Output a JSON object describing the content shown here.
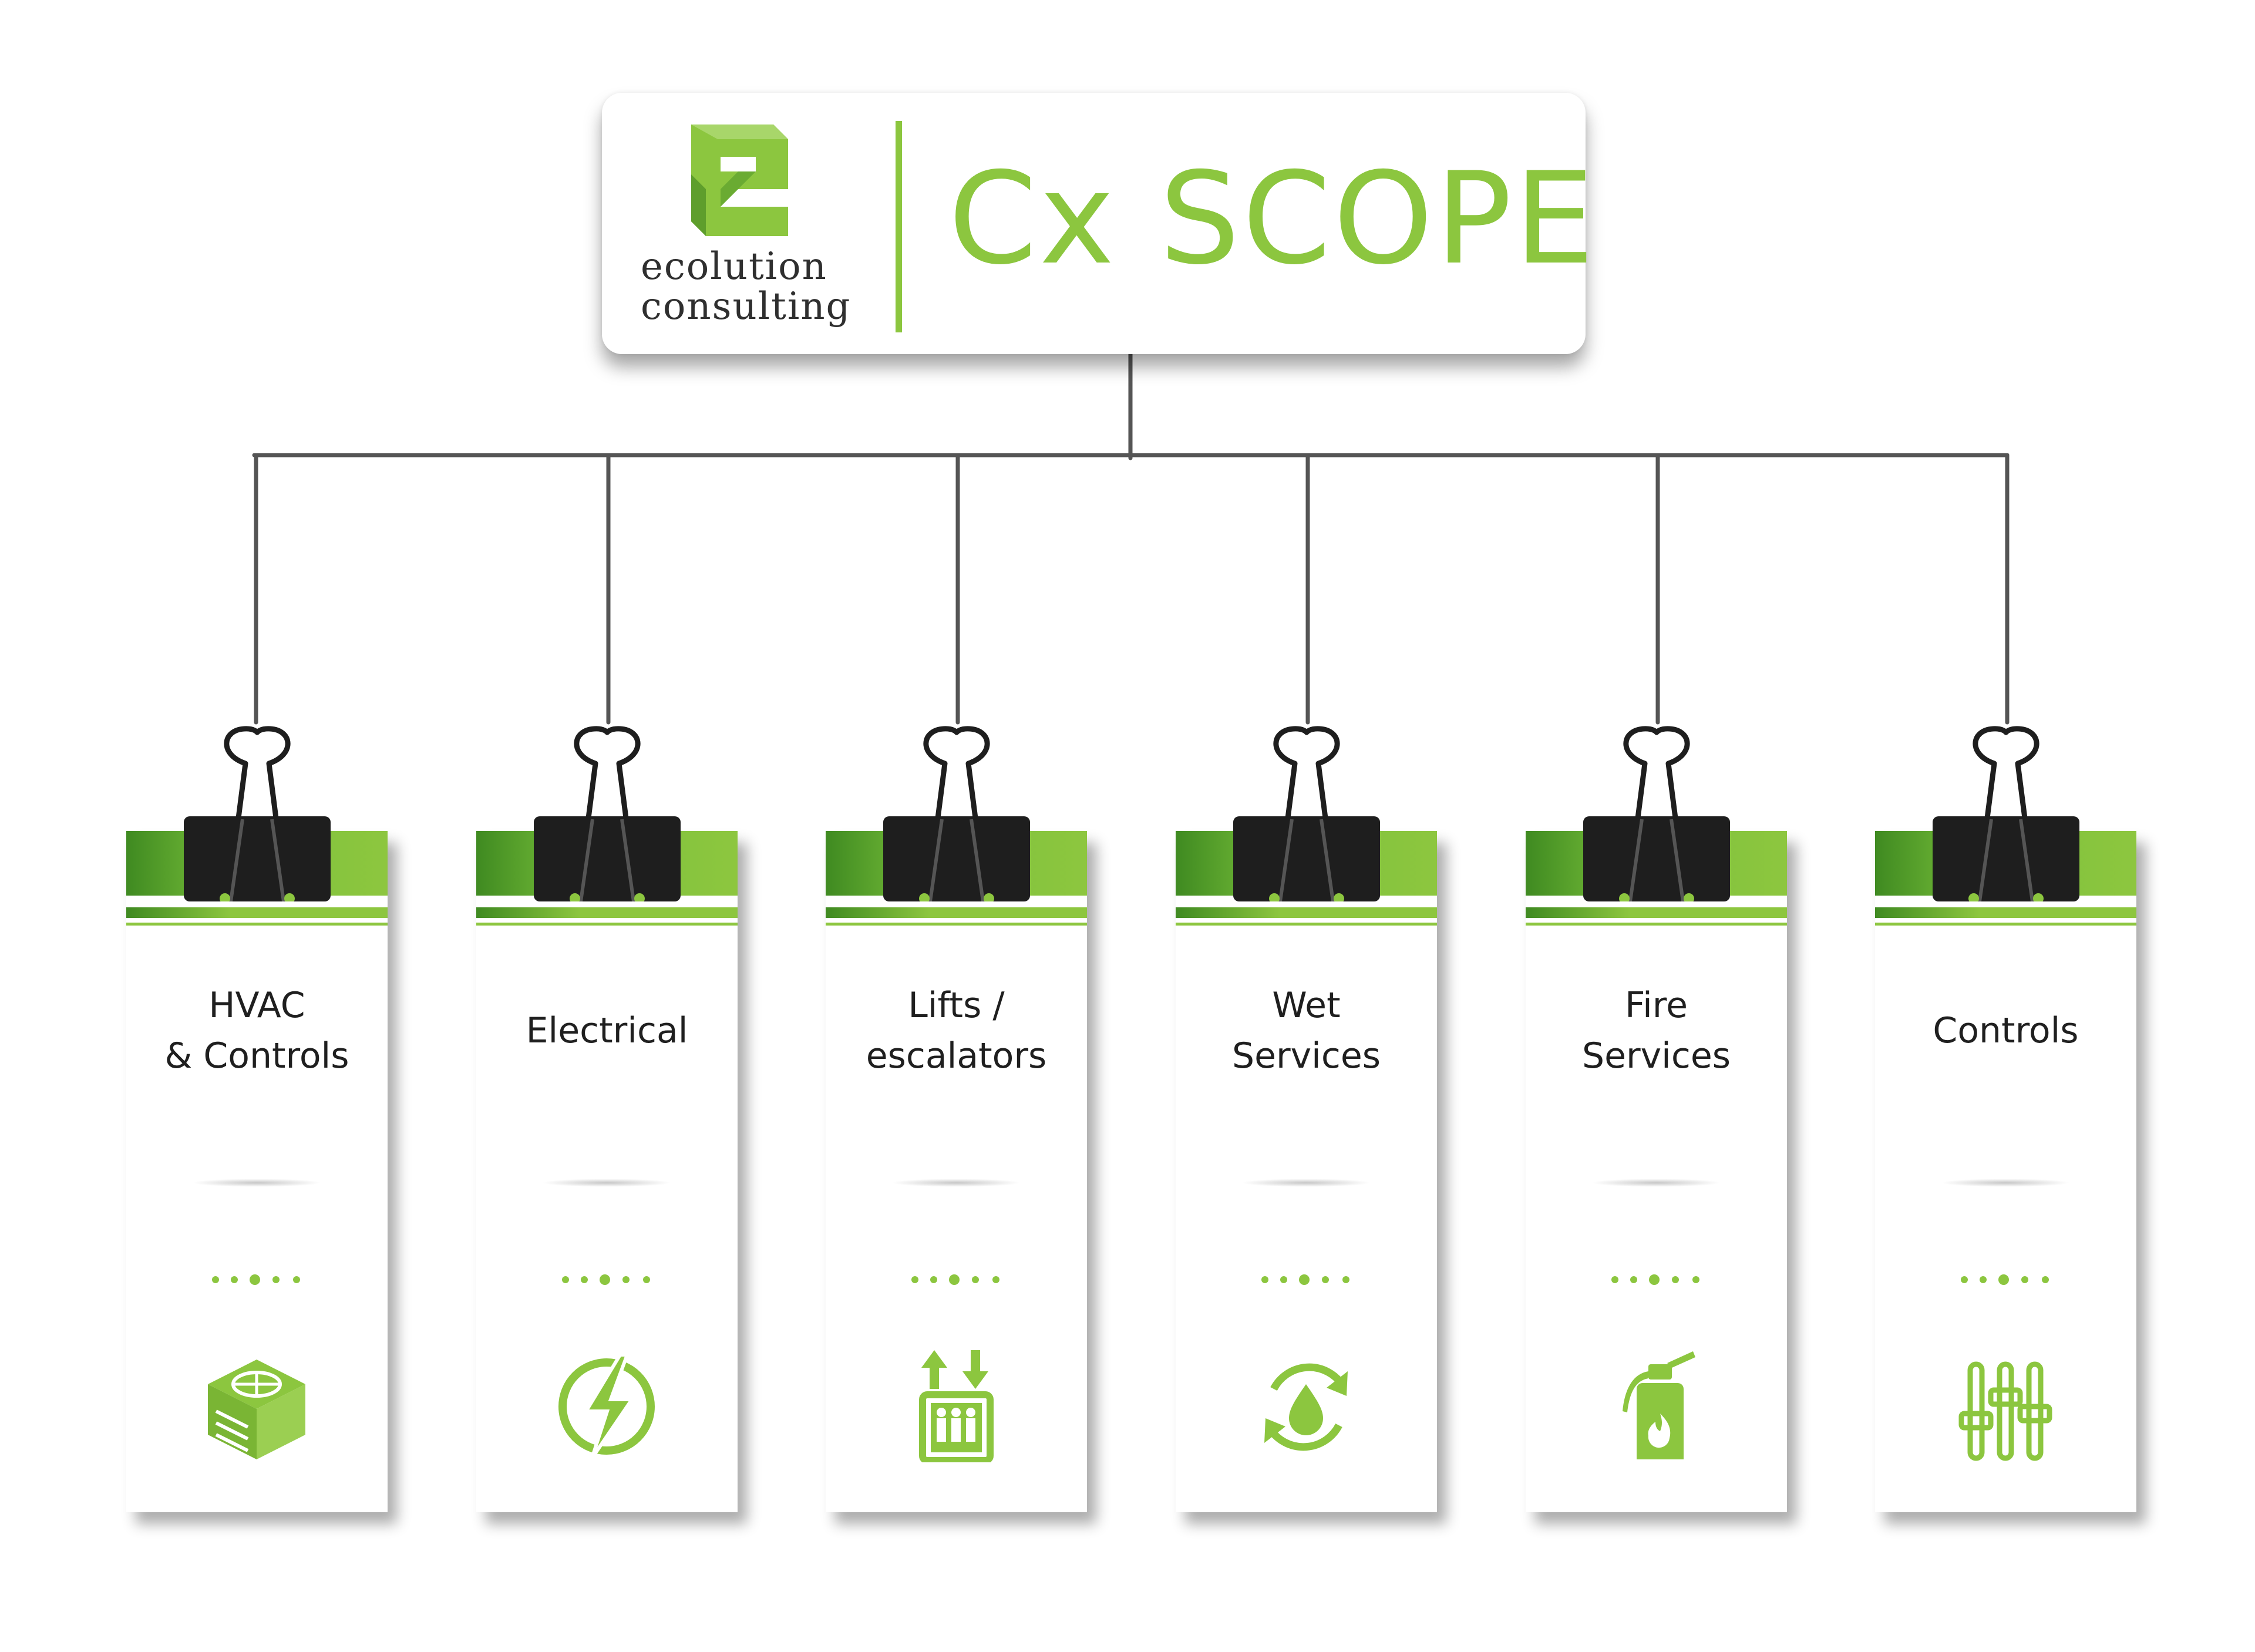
{
  "header": {
    "brand_line1": "ecolution",
    "brand_line2": "consulting",
    "title": "Cx SCOPE"
  },
  "colors": {
    "accent": "#8cc63f",
    "accent_dark": "#3f8a21",
    "clip": "#1e1e1e",
    "text": "#1f1f1f"
  },
  "tags": [
    {
      "label": "HVAC\n& Controls",
      "icon": "hvac-unit-icon"
    },
    {
      "label": "Electrical",
      "icon": "lightning-bolt-icon"
    },
    {
      "label": "Lifts /\nescalators",
      "icon": "elevator-icon"
    },
    {
      "label": "Wet\nServices",
      "icon": "water-cycle-icon"
    },
    {
      "label": "Fire\nServices",
      "icon": "fire-extinguisher-icon"
    },
    {
      "label": "Controls",
      "icon": "control-sliders-icon"
    }
  ]
}
